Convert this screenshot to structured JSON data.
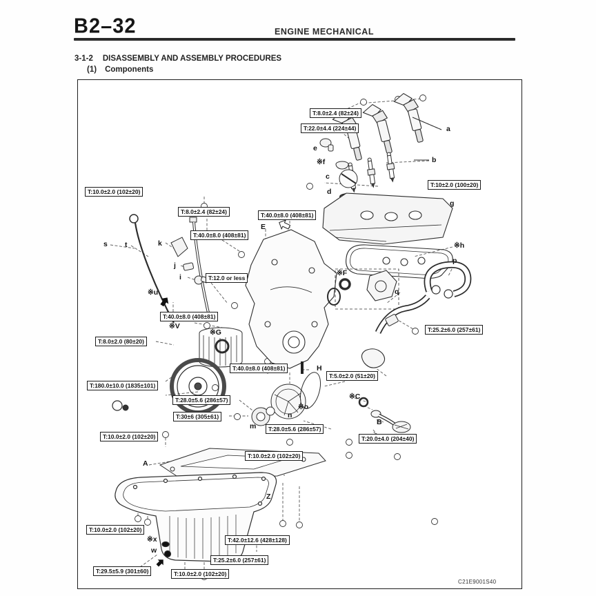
{
  "page": {
    "page_number": "B2–32",
    "header_title": "ENGINE MECHANICAL",
    "section_number": "3-1-2",
    "section_title": "DISASSEMBLY AND ASSEMBLY PROCEDURES",
    "subsection_number": "(1)",
    "subsection_title": "Components",
    "figure_code": "C21E9001S40"
  },
  "diagram": {
    "torque_labels": [
      {
        "text": "T:8.0±2.4 (82±24)"
      },
      {
        "text": "T:22.0±4.4 (224±44)"
      },
      {
        "text": "T:10±2.0 (100±20)"
      },
      {
        "text": "T:10.0±2.0 (102±20)"
      },
      {
        "text": "T:8.0±2.4 (82±24)"
      },
      {
        "text": "T:40.0±8.0 (408±81)"
      },
      {
        "text": "T:40.0±8.0 (408±81)"
      },
      {
        "text": "T:12.0 or less"
      },
      {
        "text": "T:40.0±8.0 (408±81)"
      },
      {
        "text": "T:8.0±2.0 (80±20)"
      },
      {
        "text": "T:25.2±6.0 (257±61)"
      },
      {
        "text": "T:40.0±8.0 (408±81)"
      },
      {
        "text": "T:5.0±2.0 (51±20)"
      },
      {
        "text": "T:180.0±10.0 (1835±101)"
      },
      {
        "text": "T:28.0±5.6 (286±57)"
      },
      {
        "text": "T:30±6 (305±61)"
      },
      {
        "text": "T:28.0±5.6 (286±57)"
      },
      {
        "text": "T:20.0±4.0 (204±40)"
      },
      {
        "text": "T:10.0±2.0 (102±20)"
      },
      {
        "text": "T:10.0±2.0 (102±20)"
      },
      {
        "text": "T:10.0±2.0 (102±20)"
      },
      {
        "text": "T:42.0±12.6 (428±128)"
      },
      {
        "text": "T:25.2±6.0 (257±61)"
      },
      {
        "text": "T:10.0±2.0 (102±20)"
      },
      {
        "text": "T:29.5±5.9 (301±60)"
      }
    ],
    "part_letters": [
      {
        "text": "a"
      },
      {
        "text": "b"
      },
      {
        "text": "e"
      },
      {
        "text": "※f"
      },
      {
        "text": "c"
      },
      {
        "text": "d"
      },
      {
        "text": "g"
      },
      {
        "text": "※h"
      },
      {
        "text": "p"
      },
      {
        "text": "※F"
      },
      {
        "text": "q"
      },
      {
        "text": "s"
      },
      {
        "text": "t"
      },
      {
        "text": "k"
      },
      {
        "text": "j"
      },
      {
        "text": "i"
      },
      {
        "text": "※u"
      },
      {
        "text": "E"
      },
      {
        "text": "※V"
      },
      {
        "text": "※G"
      },
      {
        "text": "H"
      },
      {
        "text": "※o"
      },
      {
        "text": "n"
      },
      {
        "text": "m"
      },
      {
        "text": "※C"
      },
      {
        "text": "B"
      },
      {
        "text": "A"
      },
      {
        "text": "Z"
      },
      {
        "text": "※x"
      },
      {
        "text": "w"
      }
    ]
  }
}
